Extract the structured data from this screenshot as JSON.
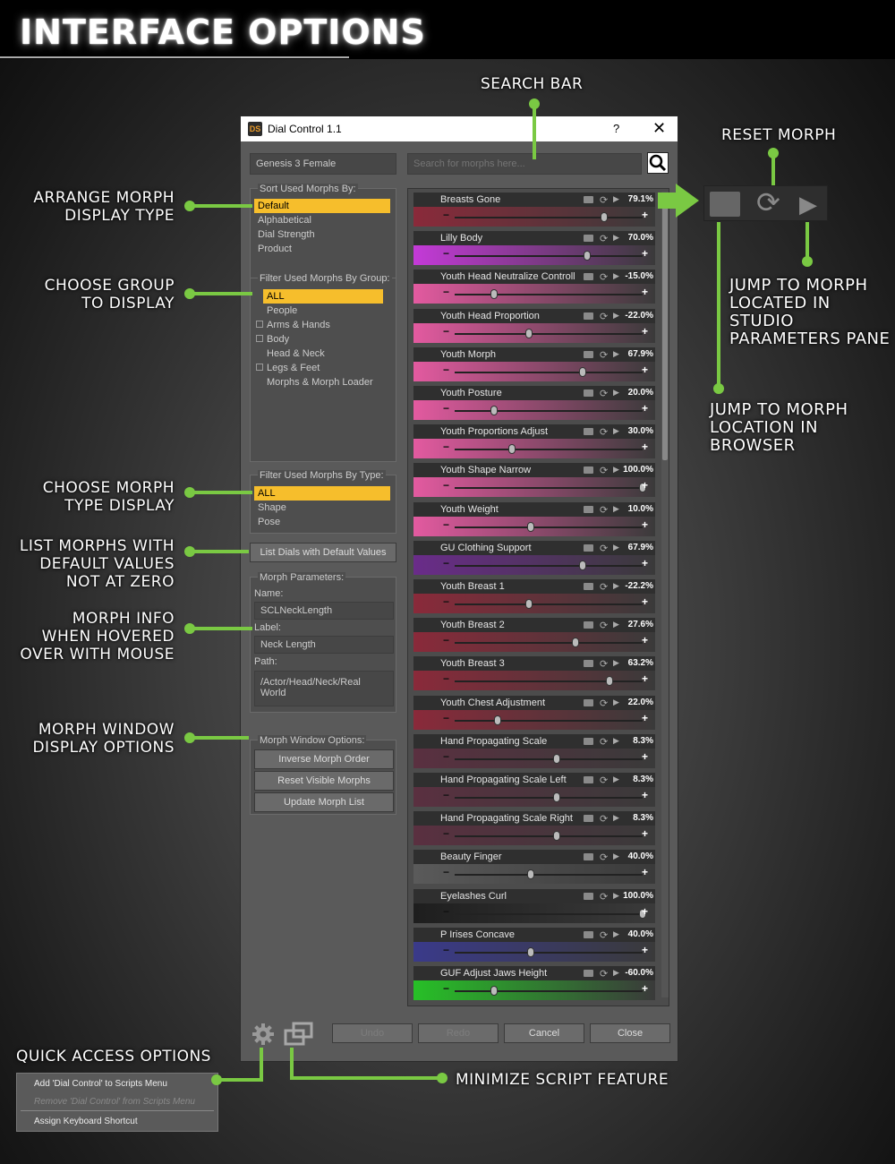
{
  "header": {
    "title": "INTERFACE OPTIONS"
  },
  "annotations": {
    "search_bar": "SEARCH BAR",
    "reset_morph": "RESET MORPH",
    "jump_studio": [
      "JUMP TO MORPH",
      "LOCATED IN STUDIO",
      "PARAMETERS PANE"
    ],
    "jump_browser": [
      "JUMP TO MORPH",
      "LOCATION IN",
      "BROWSER"
    ],
    "arrange": [
      "ARRANGE MORPH",
      "DISPLAY TYPE"
    ],
    "choose_group": [
      "CHOOSE GROUP",
      "TO DISPLAY"
    ],
    "choose_type": [
      "CHOOSE MORPH",
      "TYPE DISPLAY"
    ],
    "list_morphs": [
      "LIST MORPHS WITH",
      "DEFAULT VALUES",
      "NOT AT ZERO"
    ],
    "morph_info": [
      "MORPH INFO",
      "WHEN HOVERED",
      "OVER WITH MOUSE"
    ],
    "window_options": [
      "MORPH WINDOW",
      "DISPLAY OPTIONS"
    ],
    "quick_access": "QUICK ACCESS OPTIONS",
    "minimize": "MINIMIZE SCRIPT FEATURE"
  },
  "dialog": {
    "logo": "DS",
    "title": "Dial Control 1.1",
    "help": "?",
    "close": "✕",
    "figure": "Genesis 3 Female",
    "search_placeholder": "Search for morphs here...",
    "sort": {
      "title": "Sort Used Morphs By:",
      "options": [
        "Default",
        "Alphabetical",
        "Dial Strength",
        "Product"
      ]
    },
    "group": {
      "title": "Filter Used Morphs By Group:",
      "items": [
        "ALL",
        "People",
        "Arms & Hands",
        "Body",
        "Head & Neck",
        "Legs & Feet",
        "Morphs & Morph Loader"
      ]
    },
    "type": {
      "title": "Filter Used Morphs By Type:",
      "options": [
        "ALL",
        "Shape",
        "Pose"
      ]
    },
    "list_default_button": "List Dials with Default Values",
    "params": {
      "title": "Morph Parameters:",
      "name_label": "Name:",
      "name_value": "SCLNeckLength",
      "label_label": "Label:",
      "label_value": "Neck Length",
      "path_label": "Path:",
      "path_value": "/Actor/Head/Neck/Real World"
    },
    "window_options": {
      "title": "Morph Window Options:",
      "buttons": [
        "Inverse Morph Order",
        "Reset Visible Morphs",
        "Update Morph List"
      ]
    },
    "bottom_buttons": [
      "Undo",
      "Redo",
      "Cancel",
      "Close"
    ],
    "morphs": [
      {
        "name": "Breasts Gone",
        "value": "79.1%",
        "pos": 0.791,
        "color": "#8a2a3a"
      },
      {
        "name": "Lilly Body",
        "value": "70.0%",
        "pos": 0.7,
        "color": "#c43ad8"
      },
      {
        "name": "Youth Head Neutralize Controller",
        "value": "-15.0%",
        "pos": 0.2,
        "color": "#e35aa0"
      },
      {
        "name": "Youth Head Proportion",
        "value": "-22.0%",
        "pos": 0.39,
        "color": "#e35aa0"
      },
      {
        "name": "Youth Morph",
        "value": "67.9%",
        "pos": 0.679,
        "color": "#e35aa0"
      },
      {
        "name": "Youth Posture",
        "value": "20.0%",
        "pos": 0.2,
        "color": "#e35aa0"
      },
      {
        "name": "Youth Proportions Adjust",
        "value": "30.0%",
        "pos": 0.3,
        "color": "#e35aa0"
      },
      {
        "name": "Youth Shape Narrow",
        "value": "100.0%",
        "pos": 1.0,
        "color": "#e35aa0"
      },
      {
        "name": "Youth Weight",
        "value": "10.0%",
        "pos": 0.4,
        "color": "#e35aa0"
      },
      {
        "name": "GU Clothing Support",
        "value": "67.9%",
        "pos": 0.679,
        "color": "#6a2c8a"
      },
      {
        "name": "Youth Breast 1",
        "value": "-22.2%",
        "pos": 0.39,
        "color": "#8a2a3a"
      },
      {
        "name": "Youth Breast 2",
        "value": "27.6%",
        "pos": 0.64,
        "color": "#8a2a3a"
      },
      {
        "name": "Youth Breast 3",
        "value": "63.2%",
        "pos": 0.82,
        "color": "#8a2a3a"
      },
      {
        "name": "Youth Chest Adjustment",
        "value": "22.0%",
        "pos": 0.22,
        "color": "#8a2a3a"
      },
      {
        "name": "Hand Propagating Scale",
        "value": "8.3%",
        "pos": 0.54,
        "color": "#5a3040"
      },
      {
        "name": "Hand Propagating Scale Left",
        "value": "8.3%",
        "pos": 0.54,
        "color": "#5a3040"
      },
      {
        "name": "Hand Propagating Scale Right",
        "value": "8.3%",
        "pos": 0.54,
        "color": "#5a3040"
      },
      {
        "name": "Beauty Finger",
        "value": "40.0%",
        "pos": 0.4,
        "color": "#5a5a5a"
      },
      {
        "name": "Eyelashes Curl",
        "value": "100.0%",
        "pos": 1.0,
        "color": "#1e1e1e"
      },
      {
        "name": "P Irises Concave",
        "value": "40.0%",
        "pos": 0.4,
        "color": "#3a3a8a"
      },
      {
        "name": "GUF Adjust Jaws Height",
        "value": "-60.0%",
        "pos": 0.2,
        "color": "#27c027"
      }
    ]
  },
  "quick_menu": {
    "items": [
      "Add 'Dial Control' to Scripts Menu",
      "Remove 'Dial Control' from Scripts Menu",
      "Assign Keyboard Shortcut"
    ]
  },
  "colors": {
    "accent": "#7ac943",
    "highlight": "#f6be2c"
  }
}
